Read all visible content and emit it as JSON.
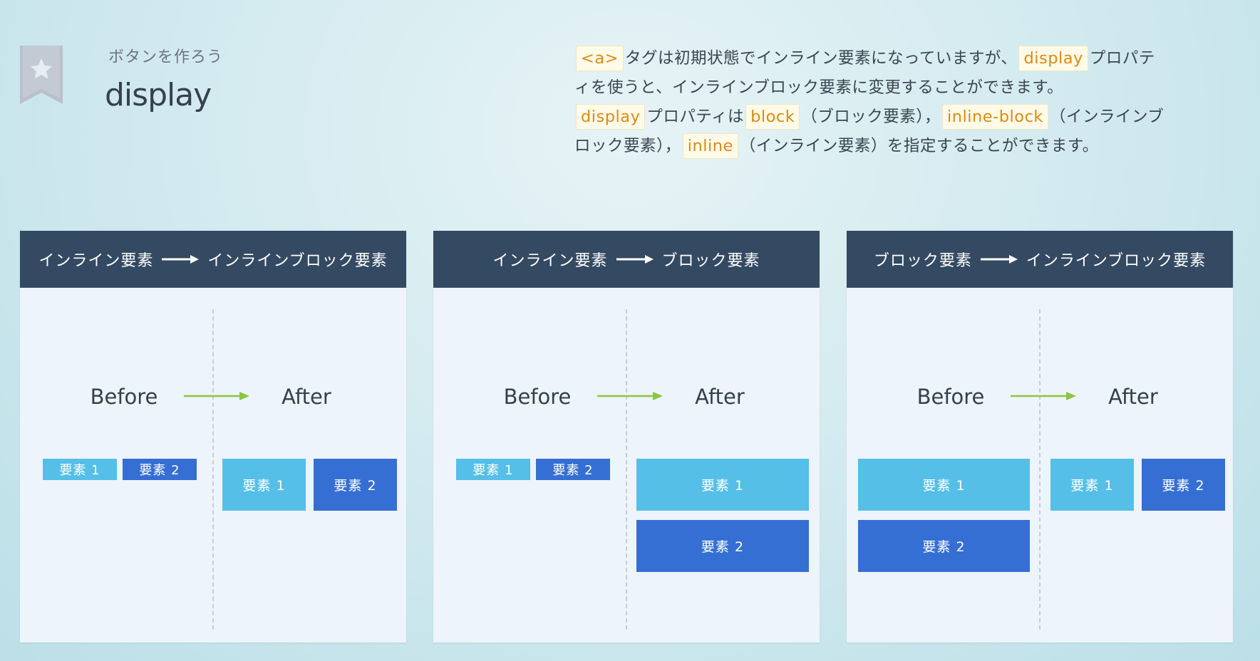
{
  "header": {
    "subtitle": "ボタンを作ろう",
    "title": "display",
    "bookmark_icon": "star-bookmark-icon"
  },
  "description": {
    "line1_code": "<a>",
    "line1_text_a": "タグは初期状態でインライン要素になっていますが、",
    "line1_code2": "display",
    "line1_text_b": "プロパテ",
    "line2_text": "ィを使うと、インラインブロック要素に変更することができます。",
    "line3_code": "display",
    "line3_text_a": "プロパティは",
    "line3_code2": "block",
    "line3_text_b": "（ブロック要素），",
    "line3_code3": "inline-block",
    "line3_text_c": "（インラインブ",
    "line4_text_a": "ロック要素），",
    "line4_code": "inline",
    "line4_text_b": "（インライン要素）を指定することができます。"
  },
  "colors": {
    "header_bg": "#344a62",
    "panel_bg": "#eef4fb",
    "element_light": "#55bfe8",
    "element_dark": "#356fd3",
    "arrow_green": "#8cc63f",
    "code_text": "#de8a12"
  },
  "panels": [
    {
      "header_from": "インライン要素",
      "header_to": "インラインブロック要素",
      "before_label": "Before",
      "after_label": "After",
      "before_elem1": "要素 1",
      "before_elem2": "要素 2",
      "after_elem1": "要素 1",
      "after_elem2": "要素 2"
    },
    {
      "header_from": "インライン要素",
      "header_to": "ブロック要素",
      "before_label": "Before",
      "after_label": "After",
      "before_elem1": "要素 1",
      "before_elem2": "要素 2",
      "after_elem1": "要素 1",
      "after_elem2": "要素 2"
    },
    {
      "header_from": "ブロック要素",
      "header_to": "インラインブロック要素",
      "before_label": "Before",
      "after_label": "After",
      "before_elem1": "要素 1",
      "before_elem2": "要素 2",
      "after_elem1": "要素 1",
      "after_elem2": "要素 2"
    }
  ]
}
